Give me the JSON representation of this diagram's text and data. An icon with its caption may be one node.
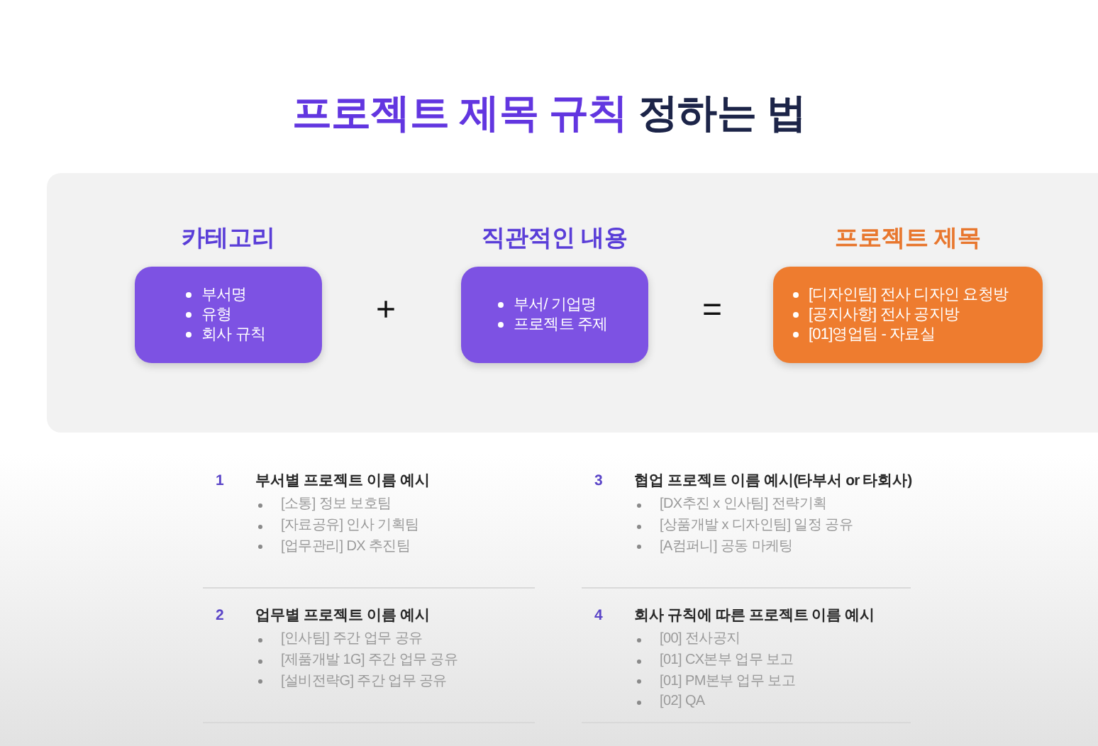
{
  "diagram": {
    "title": "프로젝트 제목 규칙 정하는 법",
    "nodes": [
      {
        "text": [
          "카테고리",
          "부서명",
          "유형",
          "회사 규칙"
        ]
      },
      {
        "text": [
          "직관적인 내용",
          "부서/ 기업명",
          "프로젝트 주제"
        ]
      },
      {
        "text": [
          "프로젝트 제목",
          "[디자인팀] 전사 디자인 요청방",
          "[공지사항] 전사 공지방",
          "[01]영업팀 - 자료실"
        ]
      }
    ],
    "labels": [
      "+",
      "=",
      "1",
      "부서별 프로젝트 이름 예시",
      "[소통] 정보 보호팀",
      "[자료공유] 인사 기획팀",
      "[업무관리] DX 추진팀",
      "2",
      "업무별 프로젝트 이름 예시",
      "[인사팀] 주간 업무 공유",
      "[제품개발 1G] 주간 업무 공유",
      "[설비전략G] 주간 업무 공유",
      "3",
      "협업 프로젝트 이름 예시(타부서 or 타회사)",
      "[DX추진 x 인사팀] 전략기획",
      "[상품개발 x 디자인팀] 일정 공유",
      "[A컴퍼니] 공동 마케팅",
      "4",
      "회사 규칙에 따른 프로젝트 이름 예시",
      "[00] 전사공지",
      "[01] CX본부 업무 보고",
      "[01] PM본부 업무 보고",
      "[02] QA"
    ]
  }
}
